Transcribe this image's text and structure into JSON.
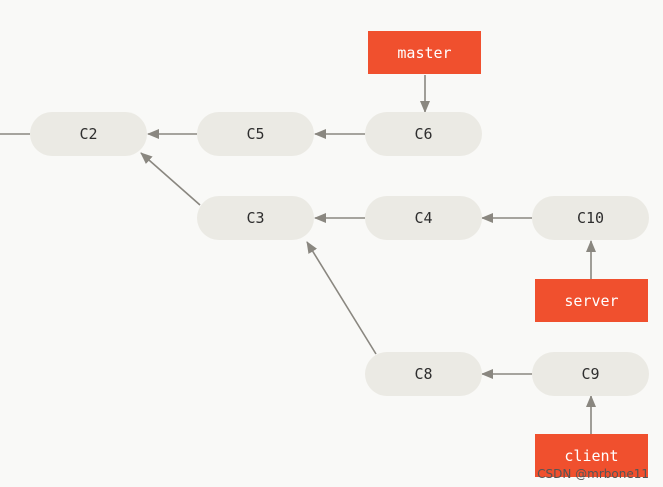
{
  "commits": {
    "c2": "C2",
    "c5": "C5",
    "c6": "C6",
    "c3": "C3",
    "c4": "C4",
    "c10": "C10",
    "c8": "C8",
    "c9": "C9"
  },
  "branches": {
    "master": "master",
    "server": "server",
    "client": "client"
  },
  "watermark": "CSDN @mrbone11",
  "colors": {
    "background": "#f9f9f7",
    "commit_fill": "#ebeae4",
    "branch_fill": "#f0502e",
    "arrow": "#8a8780"
  }
}
